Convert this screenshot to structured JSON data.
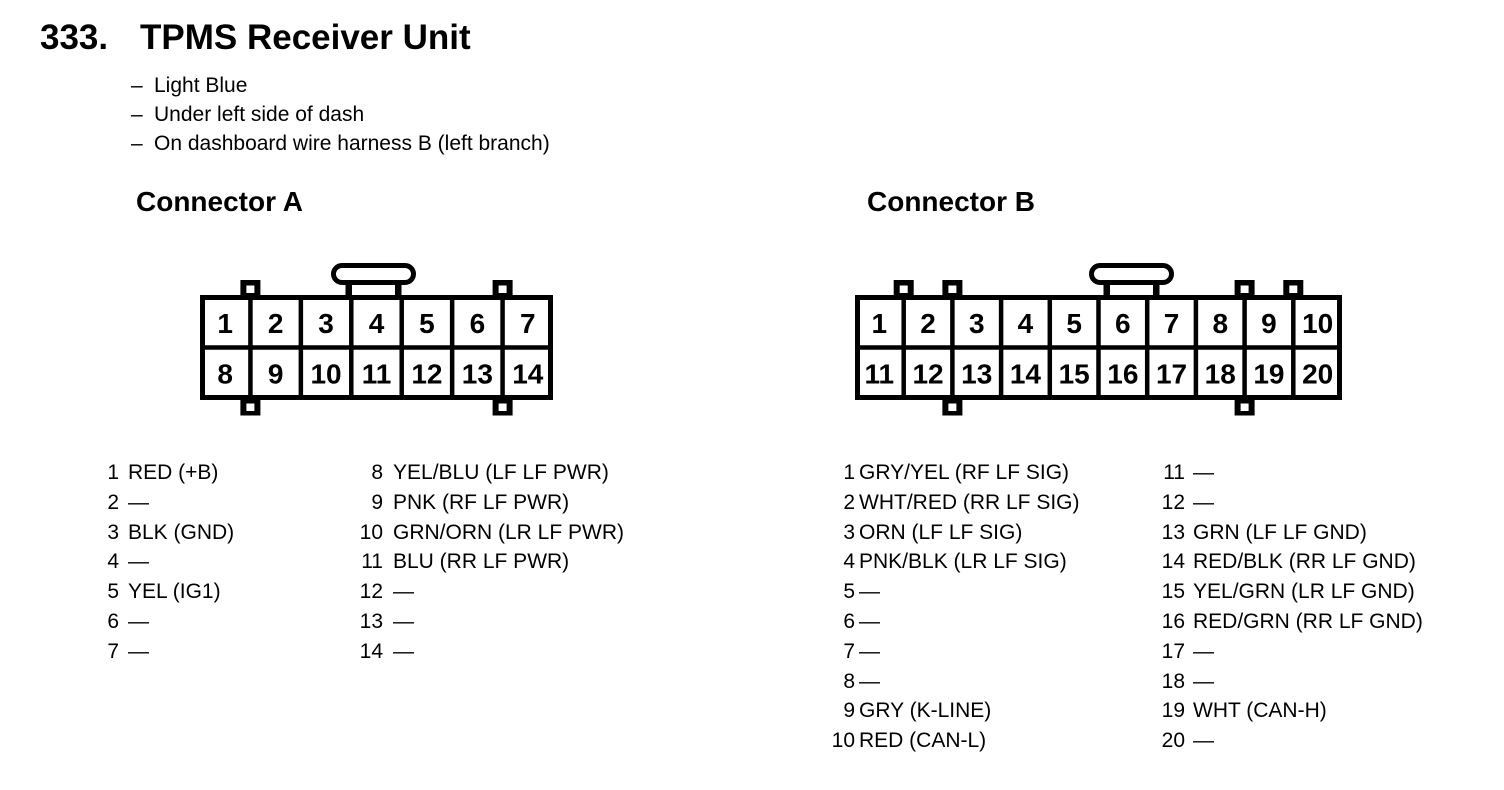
{
  "colors": {
    "ink": "#000000",
    "paper": "#ffffff"
  },
  "page": {
    "number": "333.",
    "title": "TPMS Receiver Unit",
    "note_bullet": "–",
    "notes": [
      "Light Blue",
      "Under left side of dash",
      "On dashboard wire harness B (left branch)"
    ]
  },
  "connector_a": {
    "heading": "Connector A",
    "pin_rows": [
      [
        "1",
        "2",
        "3",
        "4",
        "5",
        "6",
        "7"
      ],
      [
        "8",
        "9",
        "10",
        "11",
        "12",
        "13",
        "14"
      ]
    ],
    "pin_list_columns": [
      [
        {
          "n": "1",
          "t": "RED (+B)"
        },
        {
          "n": "2",
          "t": "—"
        },
        {
          "n": "3",
          "t": "BLK (GND)"
        },
        {
          "n": "4",
          "t": "—"
        },
        {
          "n": "5",
          "t": "YEL (IG1)"
        },
        {
          "n": "6",
          "t": "—"
        },
        {
          "n": "7",
          "t": "—"
        }
      ],
      [
        {
          "n": "8",
          "t": "YEL/BLU (LF LF PWR)"
        },
        {
          "n": "9",
          "t": "PNK (RF LF PWR)"
        },
        {
          "n": "10",
          "t": "GRN/ORN (LR LF PWR)"
        },
        {
          "n": "11",
          "t": "BLU (RR LF PWR)"
        },
        {
          "n": "12",
          "t": "—"
        },
        {
          "n": "13",
          "t": "—"
        },
        {
          "n": "14",
          "t": "—"
        }
      ]
    ]
  },
  "connector_b": {
    "heading": "Connector B",
    "pin_rows": [
      [
        "1",
        "2",
        "3",
        "4",
        "5",
        "6",
        "7",
        "8",
        "9",
        "10"
      ],
      [
        "11",
        "12",
        "13",
        "14",
        "15",
        "16",
        "17",
        "18",
        "19",
        "20"
      ]
    ],
    "pin_list_columns": [
      [
        {
          "n": "1",
          "t": "GRY/YEL (RF LF SIG)"
        },
        {
          "n": "2",
          "t": "WHT/RED (RR LF SIG)"
        },
        {
          "n": "3",
          "t": "ORN (LF LF SIG)"
        },
        {
          "n": "4",
          "t": "PNK/BLK (LR LF SIG)"
        },
        {
          "n": "5",
          "t": "—"
        },
        {
          "n": "6",
          "t": "—"
        },
        {
          "n": "7",
          "t": "—"
        },
        {
          "n": "8",
          "t": "—"
        },
        {
          "n": "9",
          "t": "GRY (K-LINE)"
        },
        {
          "n": "10",
          "t": "RED (CAN-L)"
        }
      ],
      [
        {
          "n": "11",
          "t": "—"
        },
        {
          "n": "12",
          "t": "—"
        },
        {
          "n": "13",
          "t": "GRN (LF LF GND)"
        },
        {
          "n": "14",
          "t": "RED/BLK (RR LF GND)"
        },
        {
          "n": "15",
          "t": "YEL/GRN (LR LF GND)"
        },
        {
          "n": "16",
          "t": "RED/GRN (RR LF GND)"
        },
        {
          "n": "17",
          "t": "—"
        },
        {
          "n": "18",
          "t": "—"
        },
        {
          "n": "19",
          "t": "WHT (CAN-H)"
        },
        {
          "n": "20",
          "t": "—"
        }
      ]
    ]
  }
}
